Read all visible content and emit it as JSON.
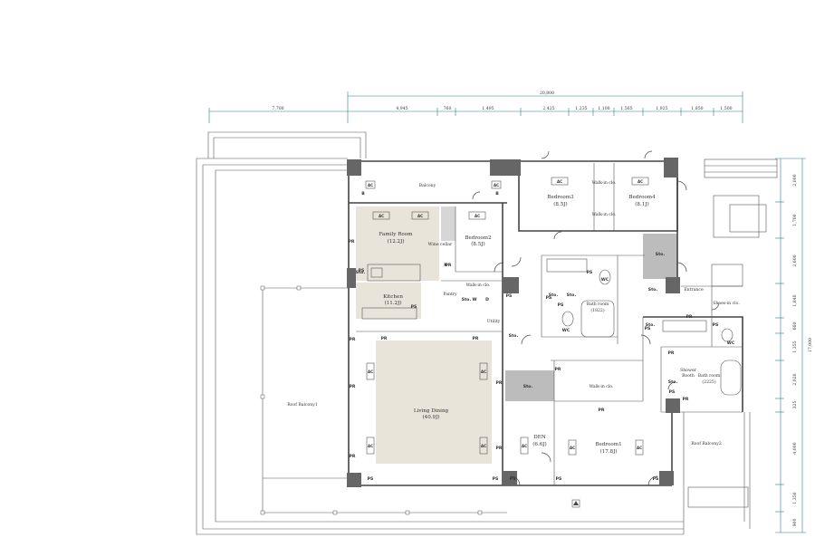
{
  "colors": {
    "wall": "#444444",
    "pillar": "#666666",
    "family_zone": "#e9e4da",
    "living_zone": "#e9e4da",
    "storage_zone": "#bcbcbc",
    "dimension_line": "#2e7d87"
  },
  "dimensions": {
    "overall_top": "20,800",
    "top_segments": [
      "7,700",
      "4,945",
      "760",
      "1,495",
      "2,425",
      "1,235",
      "1,100",
      "1,565",
      "1,925",
      "1,850",
      "1,500"
    ],
    "overall_right": "17,000",
    "right_segments": [
      "2,000",
      "1,700",
      "2,600",
      "1,840",
      "660",
      "1,355",
      "2,020",
      "325",
      "4,000",
      "1,350",
      "900"
    ]
  },
  "rooms": {
    "balcony": "Balcony",
    "family_room": "Family Room",
    "family_room_size": "(12.2J)",
    "wine_cellar": "Wine cellar",
    "bedroom2": "Bedroom2",
    "bedroom2_size": "(8.5J)",
    "bedroom3": "Bedroom3",
    "bedroom3_size": "(8.5J)",
    "walkin_top": "Walk-in clo.",
    "walkin_mid": "Walk-in clo.",
    "bedroom4": "Bedroom4",
    "bedroom4_size": "(8.1J)",
    "kitchen": "Kitchen",
    "kitchen_size": "(11.2J)",
    "pantry": "Pantry",
    "walkin_b2": "Walk-in clo.",
    "utility": "Utility",
    "bathroom_center": "Bath room",
    "bathroom_center_size": "(1822)",
    "entrance": "Entrance",
    "shoes_in_clo": "Shoes-in clo.",
    "roof_balcony1": "Roof Balcony1",
    "living_dining": "Living Dining",
    "living_dining_size": "(40.9J)",
    "walkin_b1": "Walk-in clo.",
    "shower_booth_a": "Shower",
    "shower_booth_b": "Booth",
    "bathroom_right": "Bath room",
    "bathroom_right_size": "(2225)",
    "den": "DEN",
    "den_size": "(6.6J)",
    "bedroom1": "Bedroom1",
    "bedroom1_size": "(17.8J)",
    "roof_balcony2": "Roof Balcony2"
  },
  "tags": {
    "ac": "AC",
    "pr": "PR",
    "ps": "PS",
    "wc": "WC",
    "sto": "Sto.",
    "b": "B",
    "r": "R",
    "w": "W",
    "d": "D"
  }
}
